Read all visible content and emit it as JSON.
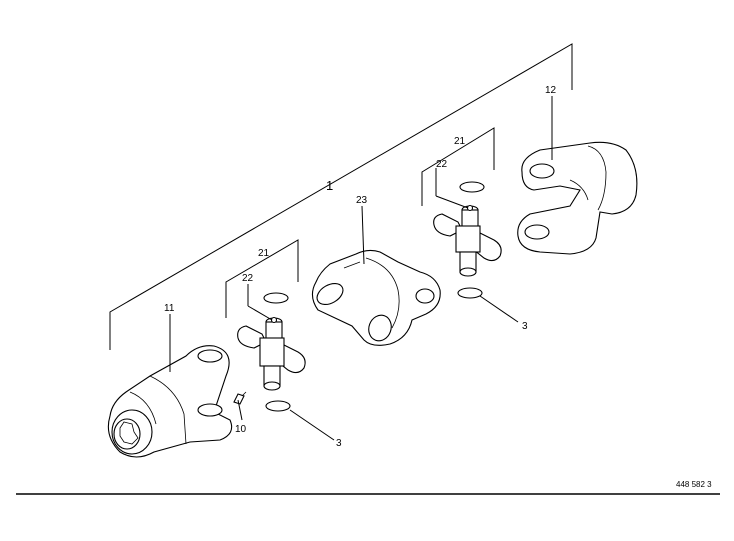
{
  "callouts": {
    "assembly": "1",
    "guard_yoke": "12",
    "cross_kit_upper": "21",
    "bearing_upper": "22",
    "center_yoke": "23",
    "cross_kit_lower": "21",
    "bearing_lower": "22",
    "yoke_left": "11",
    "grease_nipple": "10",
    "ring_upper": "3",
    "ring_lower": "3"
  },
  "figure_ref": "448 582 3"
}
